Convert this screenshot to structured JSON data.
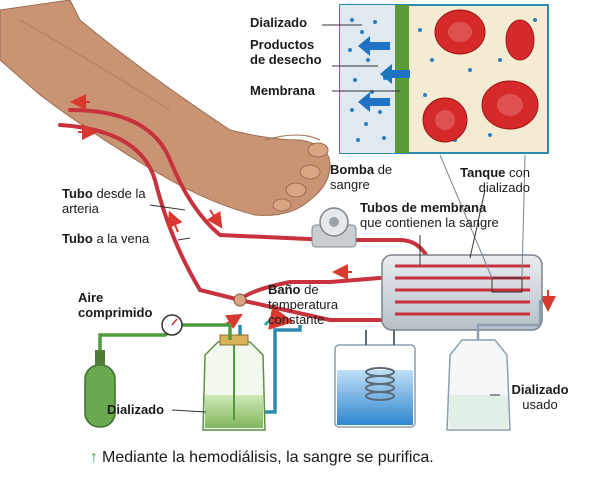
{
  "inset_labels": {
    "dializado": "Dializado",
    "productos_desecho": "Productos de desecho",
    "membrana": "Membrana"
  },
  "labels": {
    "tubo_arteria_bold": "Tubo",
    "tubo_arteria_rest": "desde la arteria",
    "tubo_vena_bold": "Tubo",
    "tubo_vena_rest": "a la vena",
    "bomba_bold": "Bomba",
    "bomba_rest": "de sangre",
    "tanque_bold": "Tanque",
    "tanque_rest": "con dializado",
    "tubos_membrana_bold": "Tubos de membrana",
    "tubos_membrana_rest": "que contienen la sangre",
    "bano_bold": "Baño",
    "bano_rest": "de temperatura constante",
    "aire_comprimido": "Aire comprimido",
    "dializado_izq": "Dializado",
    "dializado_usado_bold": "Dializado",
    "dializado_usado_rest": "usado"
  },
  "caption": {
    "arrow": "↑",
    "text": "Mediante la hemodiálisis, la sangre se purifica."
  },
  "colors": {
    "blood_tube": "#c8323c",
    "dialysate_tube": "#2b8bb0",
    "air_tube": "#4e9a3a",
    "skin": "#c99473",
    "tank_body": "#d8dde3",
    "green_bottle": "#6aa84f",
    "blue_bath": "#4aa3e0",
    "inset_bg": "#f3ecd2",
    "red_cell": "#d62a2a",
    "membrane": "#5a9a3a"
  }
}
